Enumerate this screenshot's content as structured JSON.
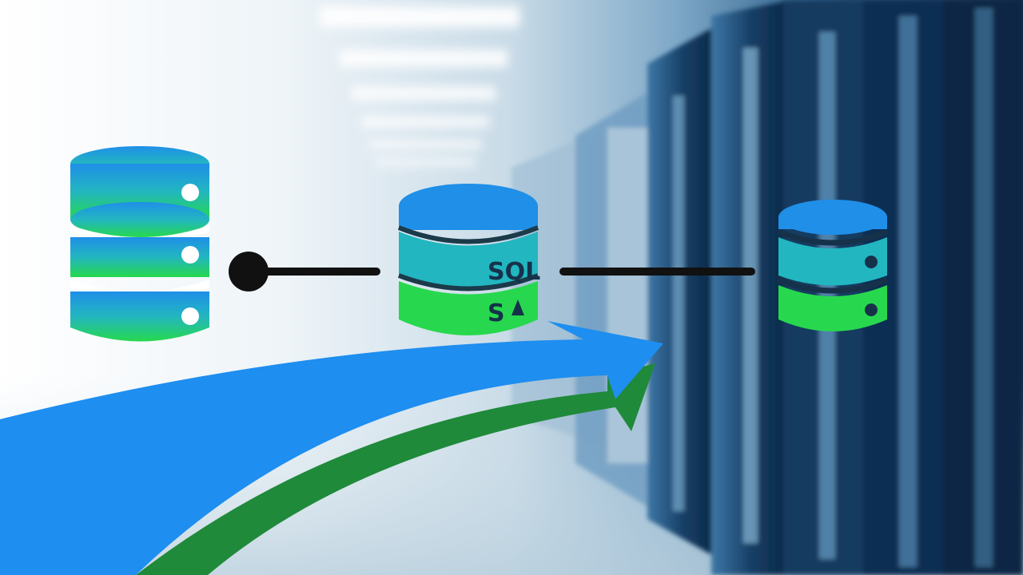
{
  "scene": {
    "colors": {
      "db_top": "#1f8fe8",
      "db_mid": "#22b6c0",
      "db_bottom": "#27d84e",
      "connector": "#111111",
      "arrow_blue": "#1e8ef0",
      "arrow_green": "#1f8a3a",
      "server_dark": "#0d2a4a",
      "server_light": "#5fa3d6"
    }
  },
  "databases": [
    {
      "name": "source-database",
      "labels": []
    },
    {
      "name": "sql-database",
      "labels": [
        "SQL",
        "S"
      ]
    },
    {
      "name": "target-database",
      "labels": []
    }
  ]
}
